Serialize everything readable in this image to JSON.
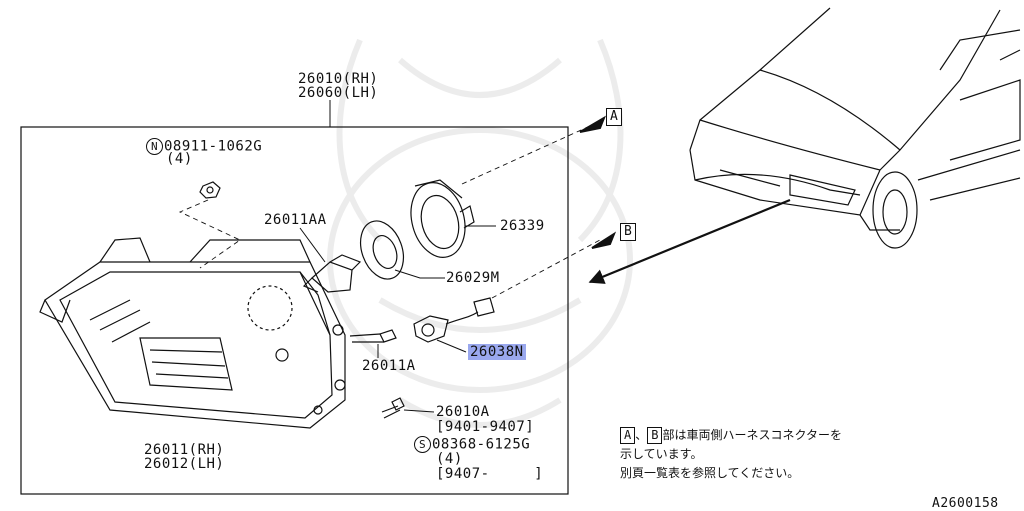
{
  "labels": {
    "assembly_rh": "26010(RH)",
    "assembly_lh": "26060(LH)",
    "nut_symbol": "N",
    "nut_part": "08911-1062G",
    "nut_qty": "(4)",
    "bulb_main": "26011AA",
    "socket_cover": "26339",
    "retainer": "26029M",
    "sub_bulb": "26011A",
    "socket_harness": "26038N",
    "bolt_part": "26010A",
    "bolt_range": "[9401-9407]",
    "screw_symbol": "S",
    "screw_part": "08368-6125G",
    "screw_qty": "(4)",
    "screw_range": "[9407-     ]",
    "lens_rh": "26011(RH)",
    "lens_lh": "26012(LH)",
    "callout_a": "A",
    "callout_b": "B",
    "figure_code": "A2600158"
  },
  "note": {
    "box_a": "A",
    "separator": "、",
    "box_b": "B",
    "line1_rest": "部は車両側ハーネスコネクターを",
    "line2": "示しています。",
    "line3": "別頁一覧表を参照してください。"
  }
}
